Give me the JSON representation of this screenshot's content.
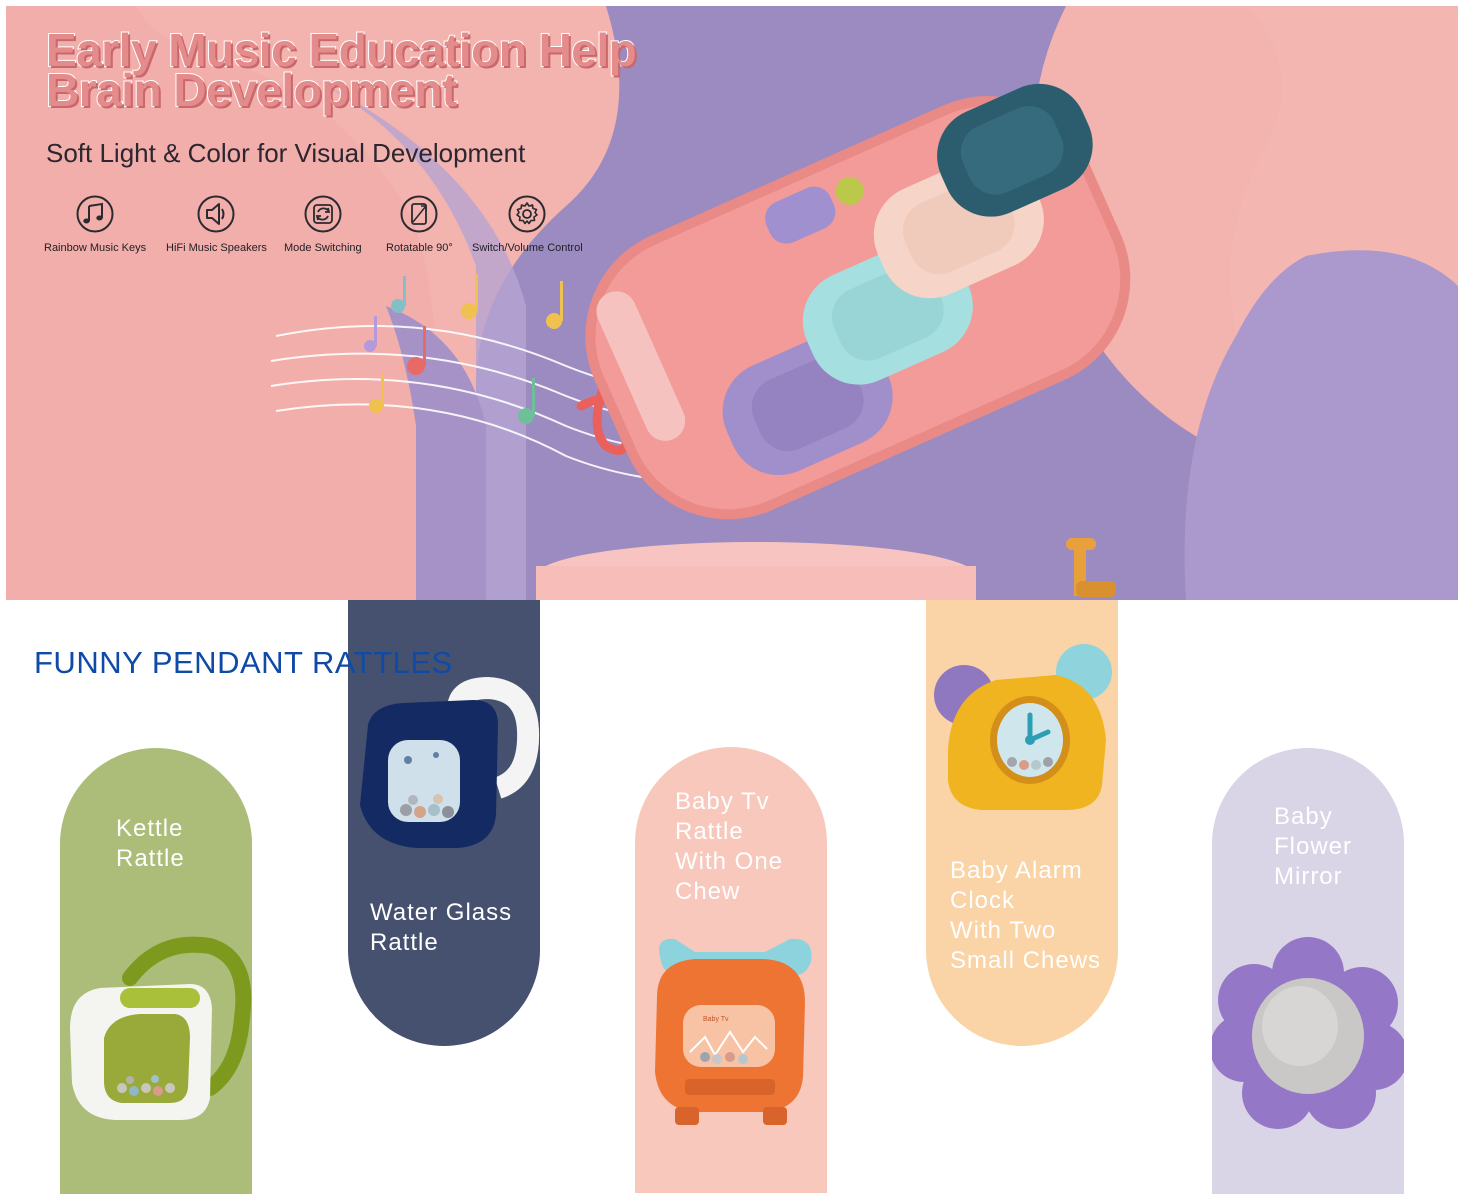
{
  "hero": {
    "headline": [
      "Early Music Education Help",
      "Brain Development"
    ],
    "subtitle": "Soft Light & Color for Visual Development",
    "features": [
      {
        "label": "Rainbow Music Keys",
        "icon": "music-note-icon"
      },
      {
        "label": "HiFi Music Speakers",
        "icon": "speaker-icon"
      },
      {
        "label": "Mode Switching",
        "icon": "mode-switch-icon"
      },
      {
        "label": "Rotatable 90°",
        "icon": "rotate-icon"
      },
      {
        "label": "Switch/Volume Control",
        "icon": "gear-icon"
      }
    ]
  },
  "rattles": {
    "title": "FUNNY PENDANT RATTLES",
    "items": [
      {
        "lines": [
          "Kettle",
          "Rattle"
        ]
      },
      {
        "lines": [
          "Water Glass",
          "Rattle"
        ]
      },
      {
        "lines": [
          "Baby Tv",
          "Rattle",
          "With One",
          "Chew"
        ],
        "screen_label": "Baby Tv"
      },
      {
        "lines": [
          "Baby Alarm",
          "Clock",
          "With Two",
          "Small Chews"
        ]
      },
      {
        "lines": [
          "Baby",
          "Flower",
          "Mirror"
        ]
      }
    ]
  },
  "colors": {
    "headline": "#e48b8c",
    "section_title": "#0e4aa6",
    "card_green": "#abbd78",
    "card_navy": "#46516f",
    "card_peach": "#f8c8bc",
    "card_yellow": "#fad4a6",
    "card_lavender": "#d9d5e6"
  }
}
